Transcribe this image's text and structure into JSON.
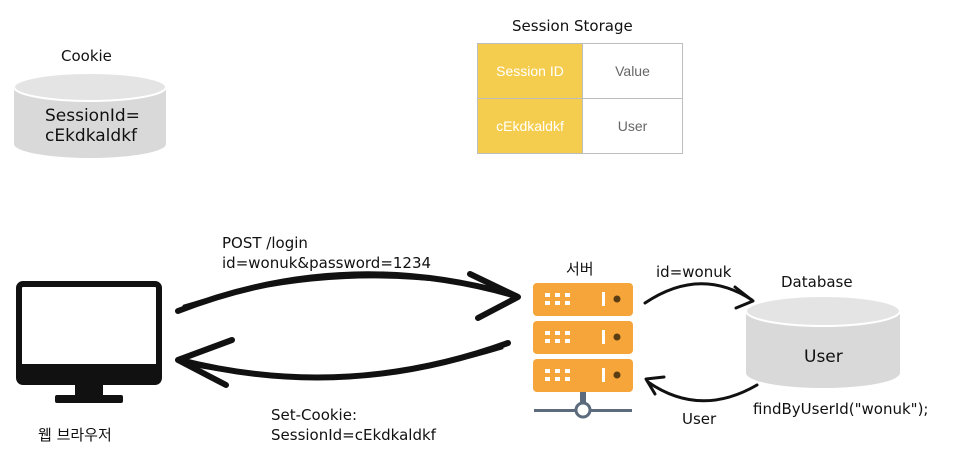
{
  "cookie": {
    "title": "Cookie",
    "line1": "SessionId=",
    "line2": "cEkdkaldkf"
  },
  "session_storage": {
    "title": "Session Storage",
    "headers": [
      "Session ID",
      "Value"
    ],
    "rows": [
      [
        "cEkdkaldkf",
        "User"
      ]
    ]
  },
  "browser": {
    "label": "웹 브라우저"
  },
  "server": {
    "label": "서버"
  },
  "database": {
    "title": "Database",
    "content": "User"
  },
  "request": {
    "line1": "POST /login",
    "line2": "id=wonuk&password=1234"
  },
  "response": {
    "line1": "Set-Cookie:",
    "line2": "SessionId=cEkdkaldkf"
  },
  "db_query": {
    "label": "id=wonuk",
    "method": "findByUserId(\"wonuk\");"
  },
  "db_result": {
    "label": "User"
  },
  "colors": {
    "server": "#f6a53a",
    "storage_key": "#f5cd4e",
    "cylinder": "#d9d9d9",
    "arrow": "#111111"
  }
}
